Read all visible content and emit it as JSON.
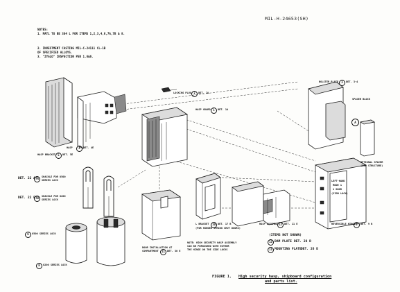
{
  "header": {
    "doc_number": "MIL-H-24653(SH)"
  },
  "notes": {
    "title": "NOTES:",
    "lines": [
      "1. MATL TO BE 304 L   FOR ITEMS 1,2,3,4,6,7A,7B & 8.",
      "2. INVESTMENT CASTING MIL-C-24111 CL-1B",
      "   OF SPECIFIED ALLOYS.",
      "3. \"ZYGLO\" INSPECTION PER 1.6&6."
    ]
  },
  "labels": {
    "hasp_bracket": "HASP BRACKET",
    "hasp_bracket_ref": "DET. 5E",
    "hasp": "HASP",
    "hasp_ref": "DET. 4E",
    "locking_plug": "LOCKING PLUG",
    "locking_plug_ref": "DET. 2A",
    "hasp_guard": "HASP GUARD",
    "hasp_guard_ref": "DET. 1A",
    "bolster_plate": "BOLSTER PLATE",
    "bolster_plate_ref": "DET. 3-4",
    "spacer_block": "SPACER BLOCK",
    "optional_spacer": "OPTIONAL SPACER",
    "optional_spacer_2": "(SEE STRUCTURE)",
    "det_22a": "DET. 22 A",
    "det_22e": "DET. 22 E",
    "shackle_a": "SHACKLE FOR 8500",
    "shackle_a2": "SERIES LOCK",
    "shackle_b": "SHACKLE FOR 8200",
    "shackle_b2": "SERIES LOCK",
    "lock_8500": "8500 SERIES LOCK",
    "lock_8200": "8200 SERIES LOCK",
    "l_bracket": "L BRACKET",
    "l_bracket_ref": "DET. 17 B",
    "l_bracket_note": "(FOR HINGED SPRING SHUT DOORS)",
    "hasp_assembly": "HASP ASSEMBLY",
    "hasp_assembly_ref": "DET. 11 E",
    "reversible_hinge": "REVERSIBLE HINGE",
    "reversible_hinge_ref": "DET. 9 B",
    "door_installation": "DOOR INSTALLATION AT",
    "door_installation_2": "COMPARTMENT",
    "door_installation_ref": "DET. 30 E",
    "hinge_note_1": "NOTE: HIGH SECURITY HASP ASSEMBLY",
    "hinge_note_2": "CAN BE FURNISHED WITH EITHER",
    "hinge_note_3": "THE HINGE ON THE SIDE LOCKS",
    "door_panel_1": "LEFT-HAND",
    "door_panel_2": "MODE 1",
    "door_panel_3": "1 DOOR",
    "door_panel_4": "(SIGN LOCK)",
    "items_not_shown": "(ITEMS NOT SHOWN)",
    "dam_plate": "DAM PLATE",
    "dam_plate_ref": "DET. 28 D",
    "mounting_plate": "MOUNTING PLATE",
    "mounting_plate_ref": "DET. 26 E"
  },
  "callouts": {
    "c1": "1",
    "c2": "2",
    "c3": "3",
    "c4": "4",
    "c5": "5",
    "c6": "6",
    "c7a": "7A",
    "c7b": "7B",
    "c8": "8",
    "c9": "9",
    "c10": "10",
    "c11": "11",
    "c12": "12",
    "cA": "A"
  },
  "caption": {
    "figure": "FIGURE 1.",
    "line1": "High security hasp, shipboard configuration",
    "line2": "and parts list."
  }
}
